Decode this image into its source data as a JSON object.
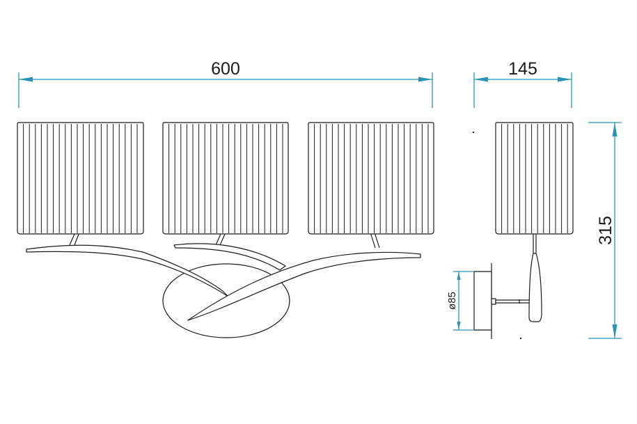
{
  "dimensions": {
    "overall_width": "600",
    "depth": "145",
    "height": "315",
    "backplate_diameter": "ø85"
  },
  "colors": {
    "dimension_line": "#2a93b8",
    "outline": "#1a1a1a",
    "background": "#ffffff"
  }
}
